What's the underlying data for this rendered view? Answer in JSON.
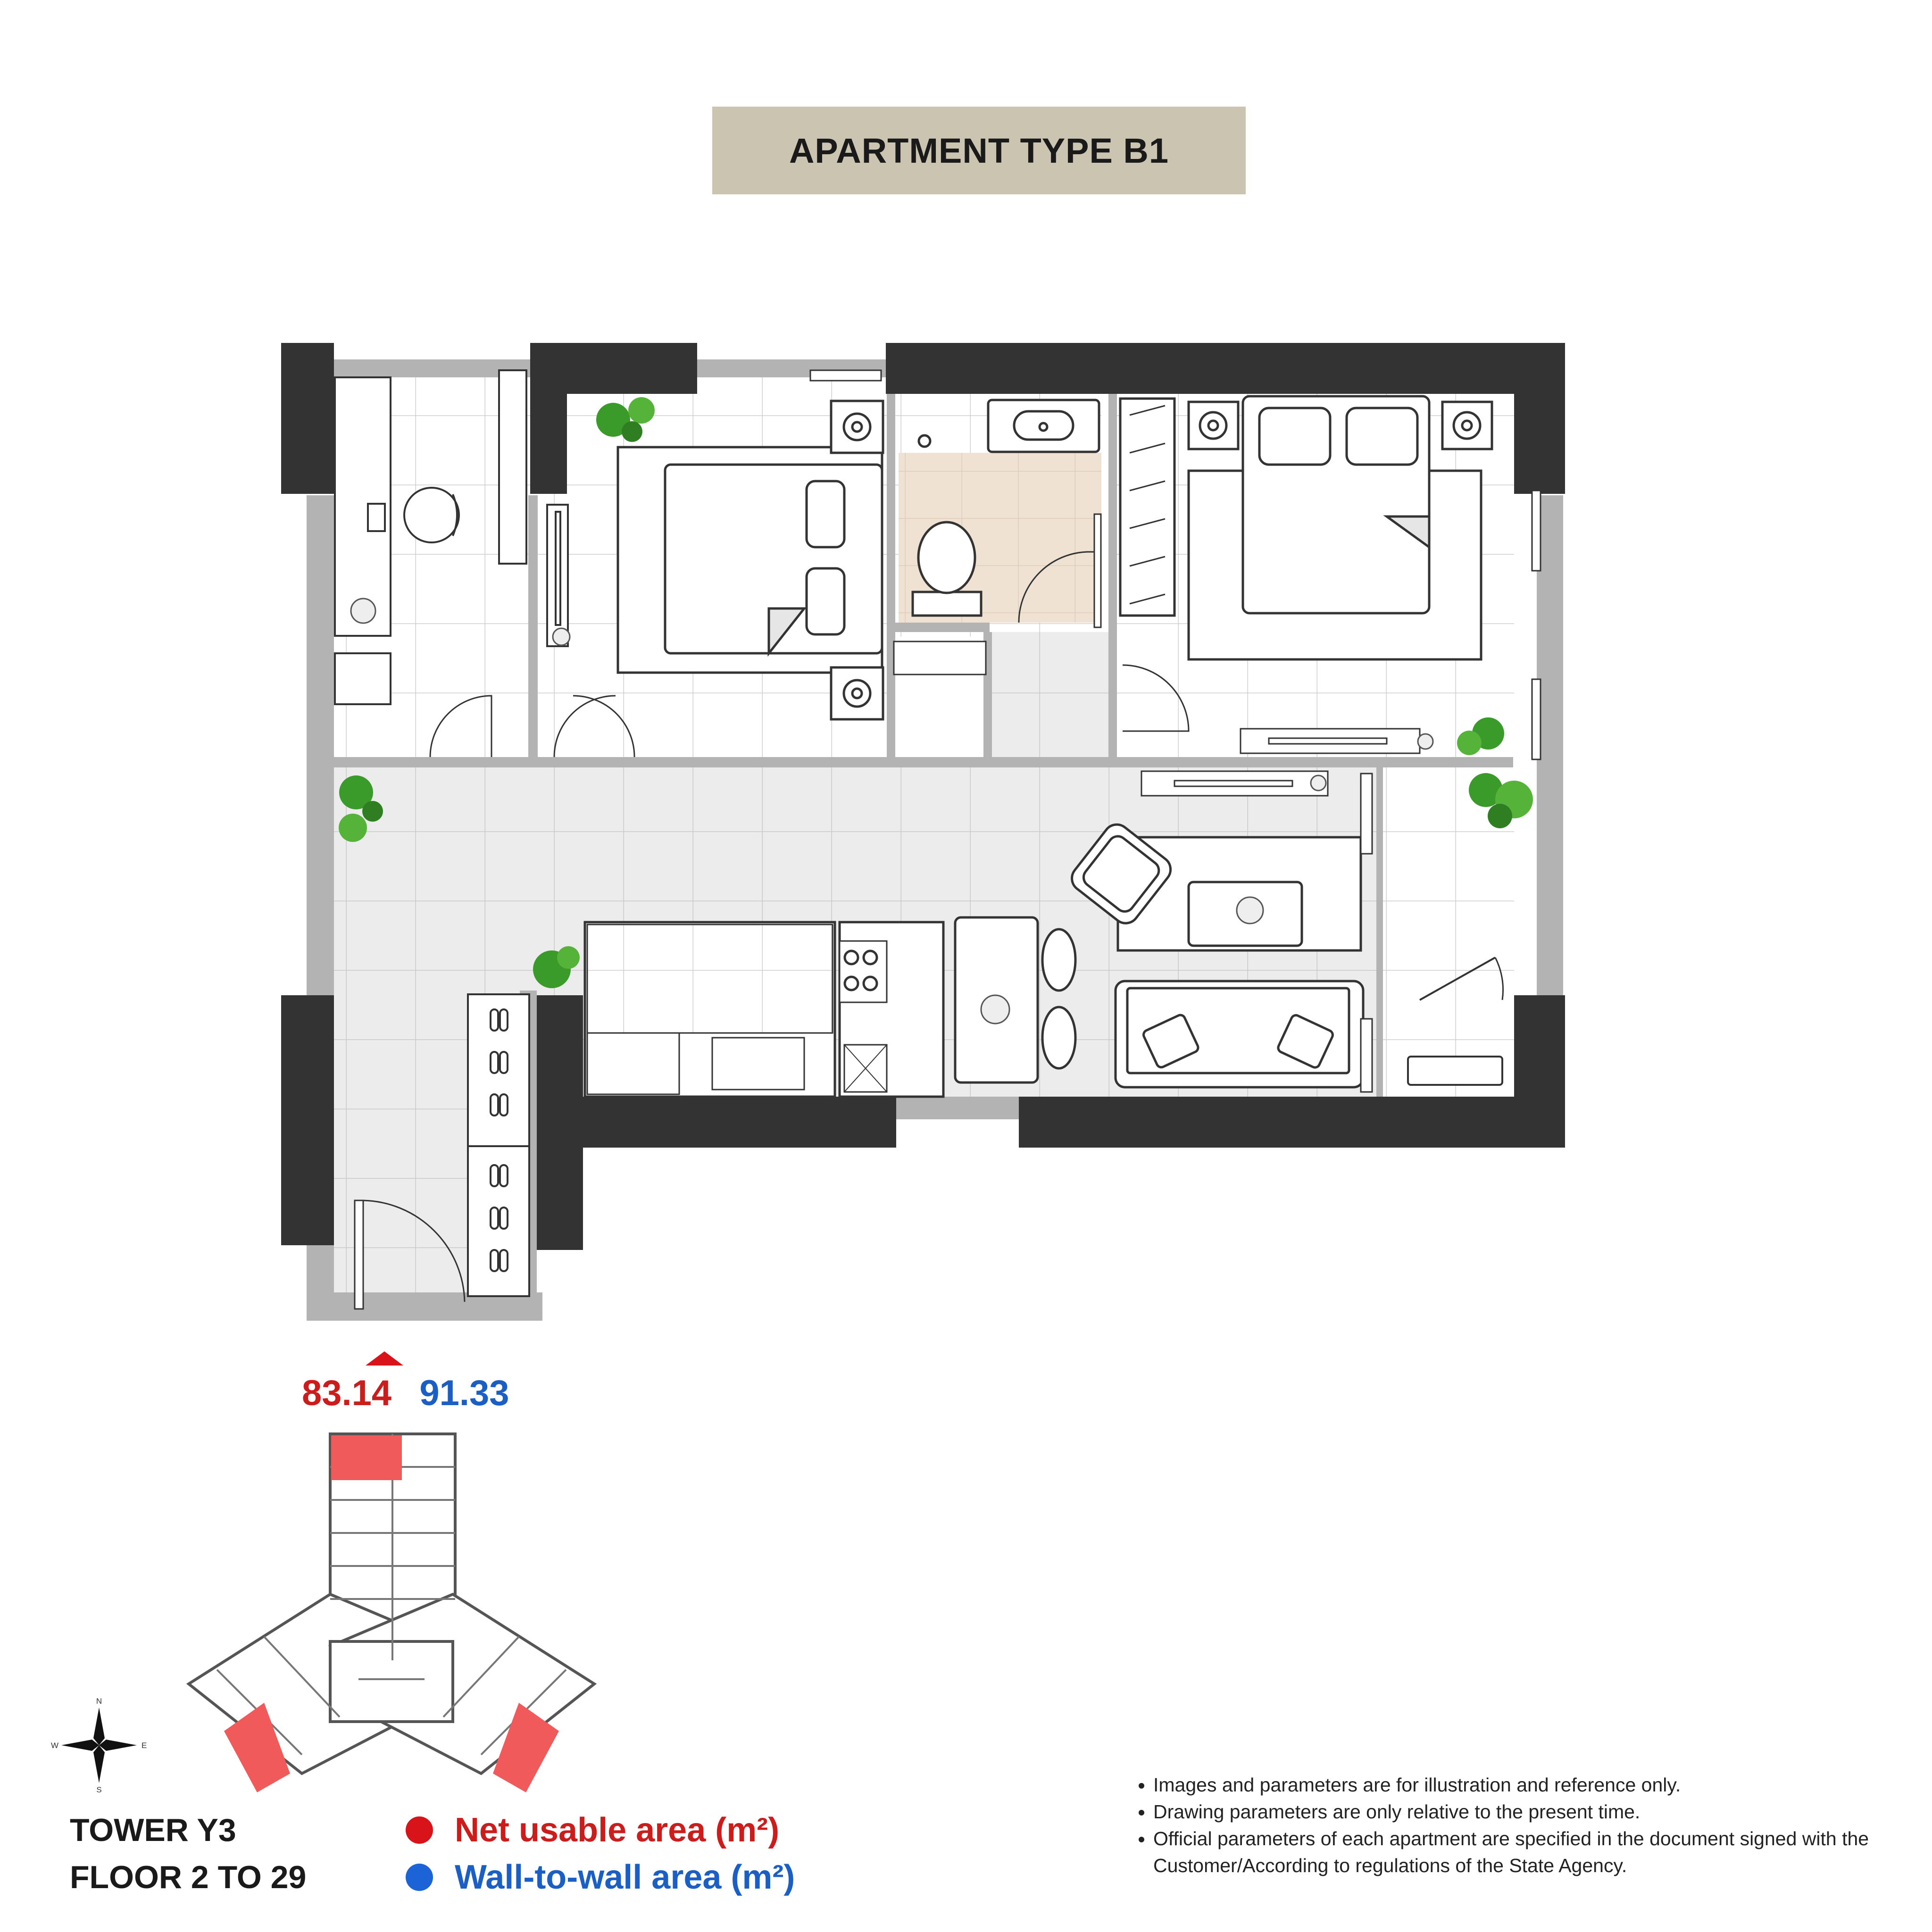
{
  "title": "APARTMENT TYPE B1",
  "area": {
    "net_usable": "83.14",
    "wall_to_wall": "91.33"
  },
  "tower": {
    "name": "TOWER Y3",
    "floors": "FLOOR 2 TO 29"
  },
  "legend": {
    "net_label": "Net usable area (m²)",
    "wall_label": "Wall-to-wall area (m²)"
  },
  "compass": {
    "n": "N",
    "s": "S",
    "e": "E",
    "w": "W"
  },
  "notes": [
    "Images and parameters are for illustration and reference only.",
    "Drawing parameters are only relative to the present time.",
    "Official parameters of each apartment are specified in the document signed with the Customer/According to regulations of the State Agency."
  ],
  "colors": {
    "wall": "#333333",
    "net_red": "#cc1d1d",
    "wall_blue": "#1b5fc4",
    "title_bg": "#cbc4b0",
    "highlight_unit": "#f15a5a",
    "plant": "#3a9a2a"
  },
  "icons": [
    "compass-rose-icon",
    "entrance-arrow-icon",
    "plant-icon",
    "bed-icon",
    "sofa-icon",
    "toilet-icon",
    "stove-icon"
  ]
}
